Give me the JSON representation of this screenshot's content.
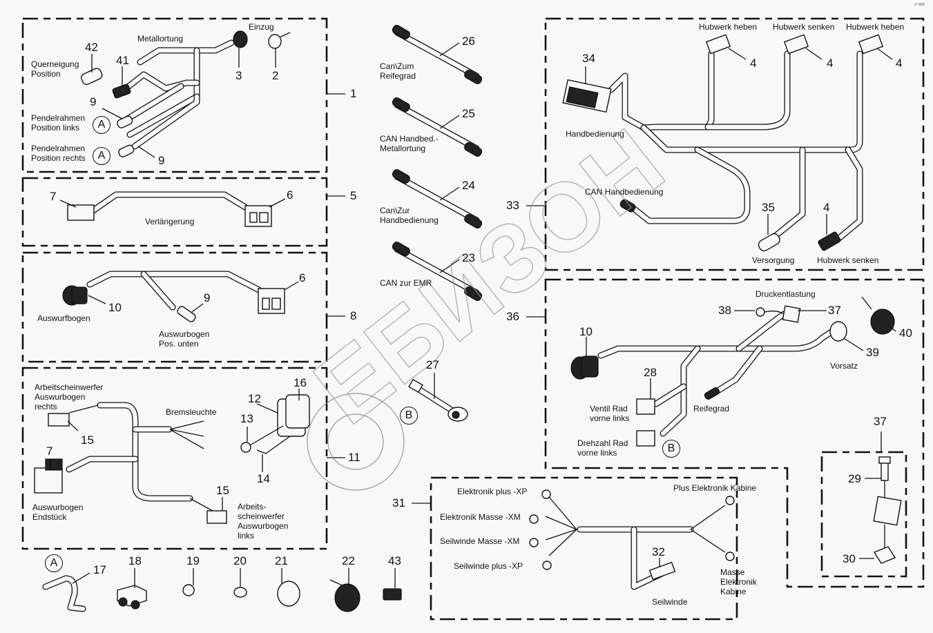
{
  "diagram": {
    "title": "Kabelbaum Ersatzteilzeichnung",
    "corner_code": "s° 80S",
    "watermark": "ЕБИЗОН",
    "groups": [
      {
        "id": "1",
        "items": [
          {
            "num": "42",
            "label": "Querneigung\nPosition"
          },
          {
            "num": "41",
            "label": ""
          },
          {
            "num": "3",
            "label": "Metallortung"
          },
          {
            "num": "2",
            "label": "Einzug"
          },
          {
            "num": "9",
            "label": "Pendelrahmen\nPosition links",
            "ref": "A"
          },
          {
            "num": "9",
            "label": "Pendelrahmen\nPosition rechts",
            "ref": "A"
          }
        ]
      },
      {
        "id": "5",
        "items": [
          {
            "num": "7",
            "label": ""
          },
          {
            "num": "6",
            "label": ""
          },
          {
            "num": "",
            "label": "Verlängerung"
          }
        ]
      },
      {
        "id": "8",
        "items": [
          {
            "num": "10",
            "label": "Auswurfbogen"
          },
          {
            "num": "9",
            "label": "Auswurbogen\nPos. unten"
          },
          {
            "num": "6",
            "label": ""
          }
        ]
      },
      {
        "id": "11",
        "items": [
          {
            "num": "15",
            "label": "Arbeitscheinwerfer\nAuswurbogen\nrechts"
          },
          {
            "num": "7",
            "label": "Auswurbogen\nEndstück"
          },
          {
            "num": "",
            "label": "Bremsleuchte"
          },
          {
            "num": "16",
            "label": ""
          },
          {
            "num": "12",
            "label": ""
          },
          {
            "num": "13",
            "label": ""
          },
          {
            "num": "14",
            "label": ""
          },
          {
            "num": "15",
            "label": "Arbeits-\nscheinwerfer\nAuswurbogen\nlinks"
          }
        ]
      },
      {
        "id": "33",
        "items": [
          {
            "num": "34",
            "label": "Handbedienung"
          },
          {
            "num": "4",
            "label": "Hubwerk heben"
          },
          {
            "num": "4",
            "label": "Hubwerk senken"
          },
          {
            "num": "4",
            "label": "Hubwerk heben"
          },
          {
            "num": "",
            "label": "CAN Handbedienung"
          },
          {
            "num": "35",
            "label": "Versorgung"
          },
          {
            "num": "4",
            "label": "Hubwerk senken"
          }
        ]
      },
      {
        "id": "36",
        "items": [
          {
            "num": "10",
            "label": ""
          },
          {
            "num": "38",
            "label": ""
          },
          {
            "num": "37",
            "label": "Druckentlastung"
          },
          {
            "num": "40",
            "label": ""
          },
          {
            "num": "39",
            "label": "Vorsatz"
          },
          {
            "num": "28",
            "label": "Ventil Rad\nvorne links"
          },
          {
            "num": "",
            "label": "Reifegrad"
          },
          {
            "num": "",
            "label": "Drehzahl Rad\nvorne links",
            "ref": "B"
          }
        ]
      },
      {
        "id": "37",
        "items": [
          {
            "num": "29",
            "label": ""
          },
          {
            "num": "30",
            "label": ""
          }
        ]
      },
      {
        "id": "31",
        "items": [
          {
            "num": "",
            "label": "Elektronik plus -XP"
          },
          {
            "num": "",
            "label": "Elektronik Masse -XM"
          },
          {
            "num": "",
            "label": "Seilwinde Masse -XM"
          },
          {
            "num": "",
            "label": "Seilwinde plus -XP"
          },
          {
            "num": "",
            "label": "Plus Elektronik Kabine"
          },
          {
            "num": "",
            "label": "Masse\nElektronik\nKabine"
          },
          {
            "num": "32",
            "label": "Seilwinde"
          }
        ]
      }
    ],
    "cables": [
      {
        "num": "26",
        "label": "Can\\Zum\nReifegrad"
      },
      {
        "num": "25",
        "label": "CAN Handbed.-\nMetallortung"
      },
      {
        "num": "24",
        "label": "Can\\Zur\nHandbedienung"
      },
      {
        "num": "23",
        "label": "CAN zur EMR"
      }
    ],
    "loose": [
      {
        "num": "27",
        "ref": "B"
      },
      {
        "num": "17",
        "ref": "A"
      },
      {
        "num": "18"
      },
      {
        "num": "19"
      },
      {
        "num": "20"
      },
      {
        "num": "21"
      },
      {
        "num": "22"
      },
      {
        "num": "43"
      }
    ]
  }
}
